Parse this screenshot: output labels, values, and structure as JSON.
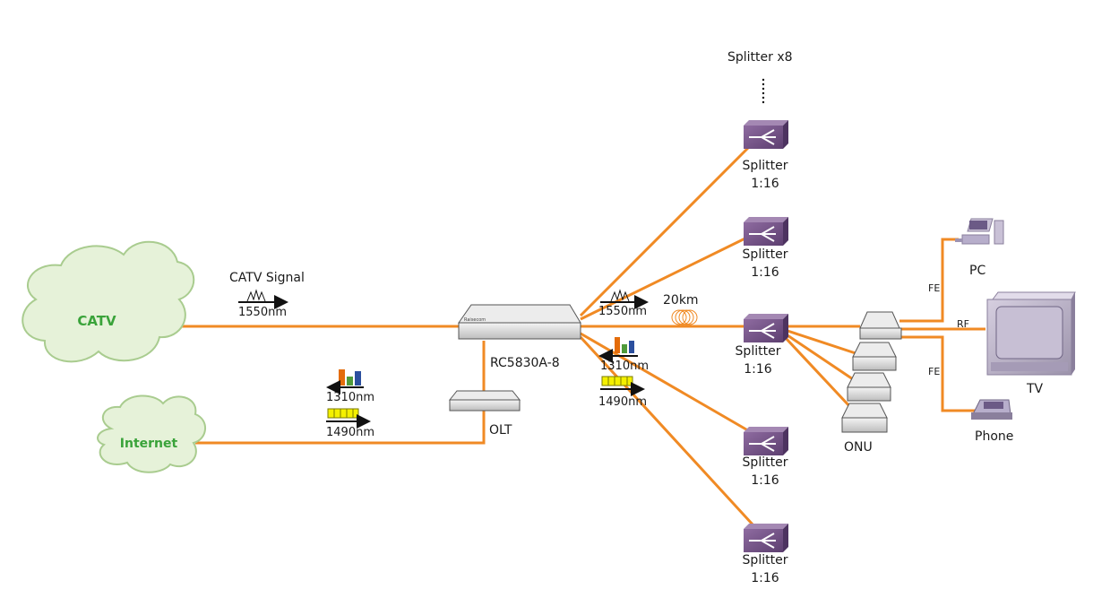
{
  "nodes": {
    "catv": "CATV",
    "internet": "Internet",
    "olt_main": "RC5830A-8",
    "olt": "OLT",
    "onu": "ONU",
    "pc": "PC",
    "tv": "TV",
    "phone": "Phone"
  },
  "splitter_group": "Splitter x8",
  "splitters": [
    {
      "name": "Splitter",
      "ratio": "1:16"
    },
    {
      "name": "Splitter",
      "ratio": "1:16"
    },
    {
      "name": "Splitter",
      "ratio": "1:16"
    },
    {
      "name": "Splitter",
      "ratio": "1:16"
    },
    {
      "name": "Splitter",
      "ratio": "1:16"
    }
  ],
  "signals": {
    "catv_signal": "CATV Signal",
    "w1550": "1550nm",
    "w1310": "1310nm",
    "w1490": "1490nm",
    "distance": "20km"
  },
  "links": {
    "fe": "FE",
    "rf": "RF"
  },
  "colors": {
    "fiber": "#f08a24",
    "device": "#7a5a8c",
    "cloud_fill": "#e6f2d9",
    "cloud_stroke": "#a9cc8f",
    "cloud_text": "#3aa33a"
  }
}
